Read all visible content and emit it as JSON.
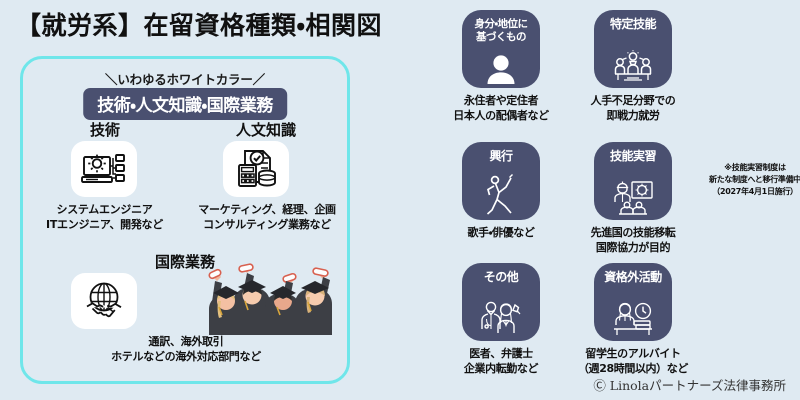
{
  "title": "【就労系】在留資格種類・相関図",
  "left_panel": {
    "lead": "＼いわゆるホワイトカラー／",
    "badge": "技術・人文知識・国際業務",
    "items": [
      {
        "label": "技術",
        "icon": "computer-gear-icon",
        "caption": "システムエンジニア\nITエンジニア、開発など"
      },
      {
        "label": "人文知識",
        "icon": "document-calculator-icon",
        "caption": "マーケティング、経理、企画\nコンサルティング業務など"
      },
      {
        "label": "国際業務",
        "icon": "globe-handshake-icon",
        "caption": "通訳、海外取引\nホテルなどの海外対応部門など"
      }
    ],
    "illustration": "graduates-illustration"
  },
  "cards": [
    {
      "title": "身分・地位に\n基づくもの",
      "icon": "person-icon",
      "caption": "永住者や定住者\n日本人の配偶者など"
    },
    {
      "title": "特定技能",
      "icon": "teamwork-idea-icon",
      "caption": "人手不足分野での\n即戦力就労"
    },
    {
      "title": "興行",
      "icon": "dancer-icon",
      "caption": "歌手・俳優など"
    },
    {
      "title": "技能実習",
      "icon": "training-gear-icon",
      "caption": "先進国の技能移転\n国際協力が目的"
    },
    {
      "title": "その他",
      "icon": "doctor-lawyer-icon",
      "caption": "医者、弁護士\n企業内転勤など"
    },
    {
      "title": "資格外活動",
      "icon": "student-clock-icon",
      "caption": "留学生のアルバイト\n（週28時間以内）など"
    }
  ],
  "note": "※技能実習制度は\n新たな制度へと移行準備中\n（2027年4月1日施行）",
  "footer": "Ⓒ Linolaパートナーズ法律事務所",
  "colors": {
    "background": "#dfeaf2",
    "panel_border": "#6fe6ea",
    "card": "#4a5070",
    "tile": "#ffffff",
    "text": "#111111"
  }
}
